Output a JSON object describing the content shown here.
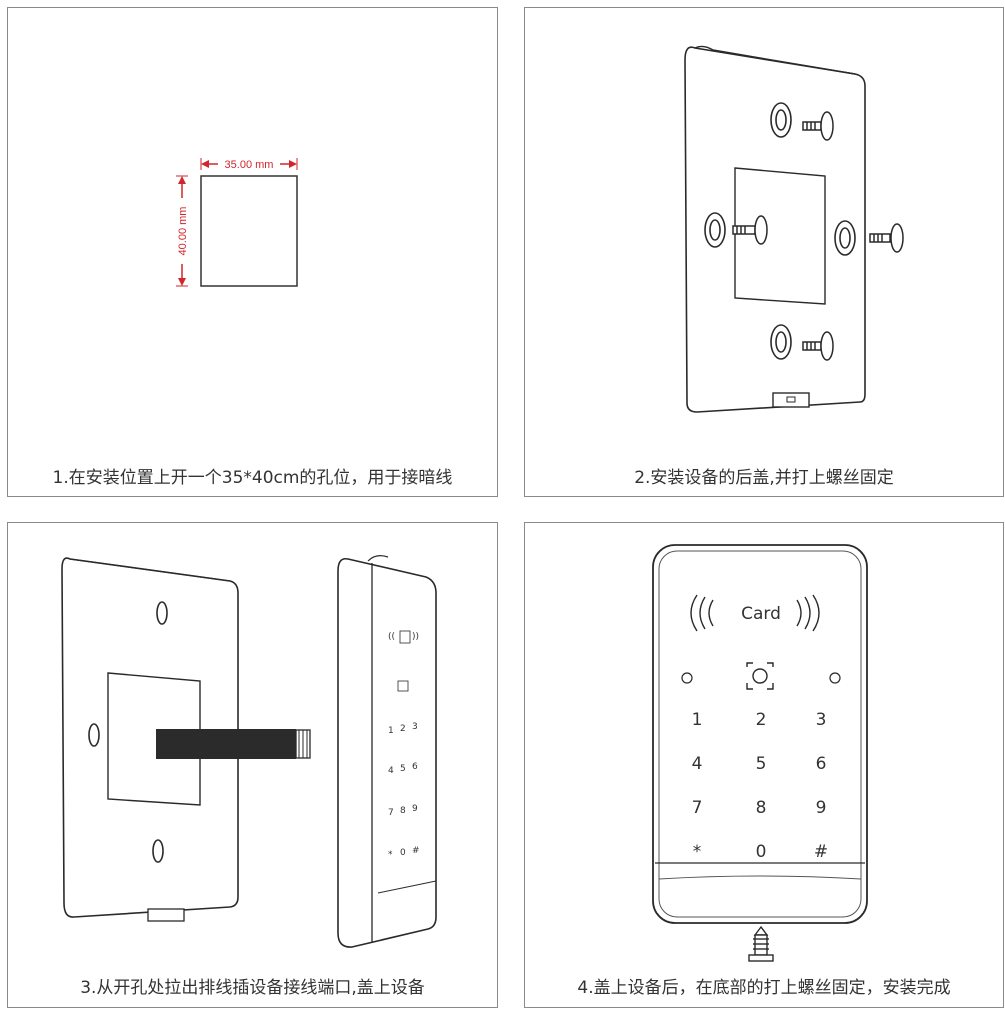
{
  "panels": [
    {
      "caption": "1.在安装位置上开一个35*40cm的孔位，用于接暗线",
      "dim_width": "35.00 mm",
      "dim_height": "40.00 mm"
    },
    {
      "caption": "2.安装设备的后盖,并打上螺丝固定"
    },
    {
      "caption": "3.从开孔处拉出排线插设备接线端口,盖上设备"
    },
    {
      "caption": "4.盖上设备后，在底部的打上螺丝固定，安装完成",
      "card_label": "Card",
      "keys": [
        "1",
        "2",
        "3",
        "4",
        "5",
        "6",
        "7",
        "8",
        "9",
        "*",
        "0",
        "#"
      ]
    }
  ],
  "colors": {
    "dimension": "#d0262e",
    "line": "#2a2a2a",
    "border": "#8a8a8a"
  }
}
